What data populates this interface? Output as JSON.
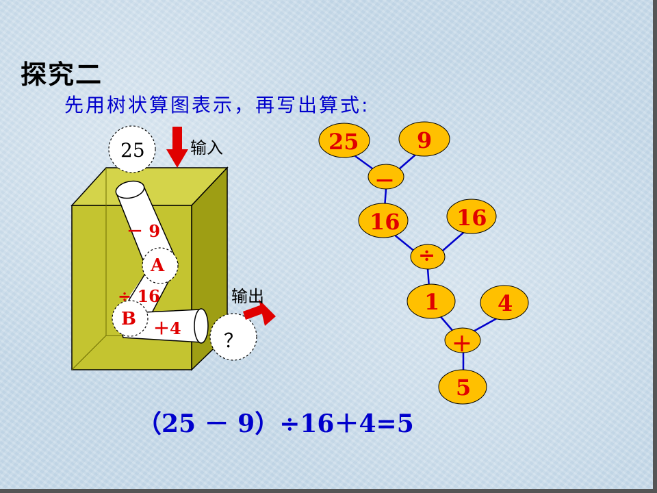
{
  "title": "探究二",
  "subtitle": "先用树状算图表示，再写出算式:",
  "machine": {
    "input_value": "25",
    "input_label": "输入",
    "output_label": "输出",
    "output_value": "？",
    "op1": "－ 9",
    "point_a": "A",
    "op2": "÷ 16",
    "point_b": "B",
    "op3": "＋4",
    "colors": {
      "box_front": "#c8c832",
      "box_side": "#a0a010",
      "arrow": "#e00000"
    }
  },
  "tree": {
    "nodes": {
      "n25": "25",
      "n9": "9",
      "minus": "－",
      "n16a": "16",
      "n16b": "16",
      "div": "÷",
      "n1": "1",
      "n4": "4",
      "plus": "＋",
      "n5": "5"
    },
    "colors": {
      "fill": "#ffc000",
      "edge": "#0000cc",
      "text": "#e00000"
    }
  },
  "equation": "（25 － 9）÷16＋4=5"
}
